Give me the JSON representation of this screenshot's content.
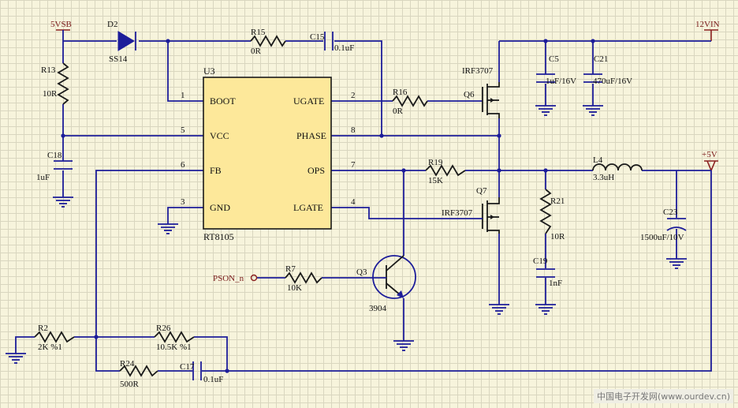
{
  "nets": {
    "vsb": "5VSB",
    "vin": "12VIN",
    "out": "+5V",
    "pson": "PSON_n"
  },
  "ic": {
    "ref": "U3",
    "part": "RT8105",
    "pins": {
      "boot": {
        "num": "1",
        "name": "BOOT"
      },
      "vcc": {
        "num": "5",
        "name": "VCC"
      },
      "fb": {
        "num": "6",
        "name": "FB"
      },
      "gnd": {
        "num": "3",
        "name": "GND"
      },
      "ugate": {
        "num": "2",
        "name": "UGATE"
      },
      "phase": {
        "num": "8",
        "name": "PHASE"
      },
      "ops": {
        "num": "7",
        "name": "OPS"
      },
      "lgate": {
        "num": "4",
        "name": "LGATE"
      }
    }
  },
  "components": {
    "d2": {
      "ref": "D2",
      "value": "SS14"
    },
    "r13": {
      "ref": "R13",
      "value": "10R"
    },
    "c18": {
      "ref": "C18",
      "value": "1uF"
    },
    "r15": {
      "ref": "R15",
      "value": "0R"
    },
    "c15": {
      "ref": "C15",
      "value": "0.1uF"
    },
    "r16": {
      "ref": "R16",
      "value": "0R"
    },
    "q6": {
      "ref": "Q6",
      "value": "IRF3707"
    },
    "q7": {
      "ref": "Q7",
      "value": "IRF3707"
    },
    "c5": {
      "ref": "C5",
      "value": "1uF/16V"
    },
    "c21": {
      "ref": "C21",
      "value": "470uF/16V"
    },
    "r19": {
      "ref": "R19",
      "value": "15K"
    },
    "l4": {
      "ref": "L4",
      "value": "3.3uH"
    },
    "r21": {
      "ref": "R21",
      "value": "10R"
    },
    "c19": {
      "ref": "C19",
      "value": "1nF"
    },
    "c23": {
      "ref": "C23",
      "value": "1500uF/10V"
    },
    "r7": {
      "ref": "R7",
      "value": "10K"
    },
    "q3": {
      "ref": "Q3",
      "value": "3904"
    },
    "r2": {
      "ref": "R2",
      "value": "2K %1"
    },
    "r26": {
      "ref": "R26",
      "value": "10.5K %1"
    },
    "r24": {
      "ref": "R24",
      "value": "500R"
    },
    "c17": {
      "ref": "C17",
      "value": "0.1uF"
    }
  },
  "watermark": "中国电子开发网(www.ourdev.cn)",
  "colors": {
    "wire": "#1d1d9a",
    "body": "#1a1a1a",
    "net": "#8a1f1f",
    "ic_fill": "#fde89a",
    "background": "#f7f4dc"
  }
}
